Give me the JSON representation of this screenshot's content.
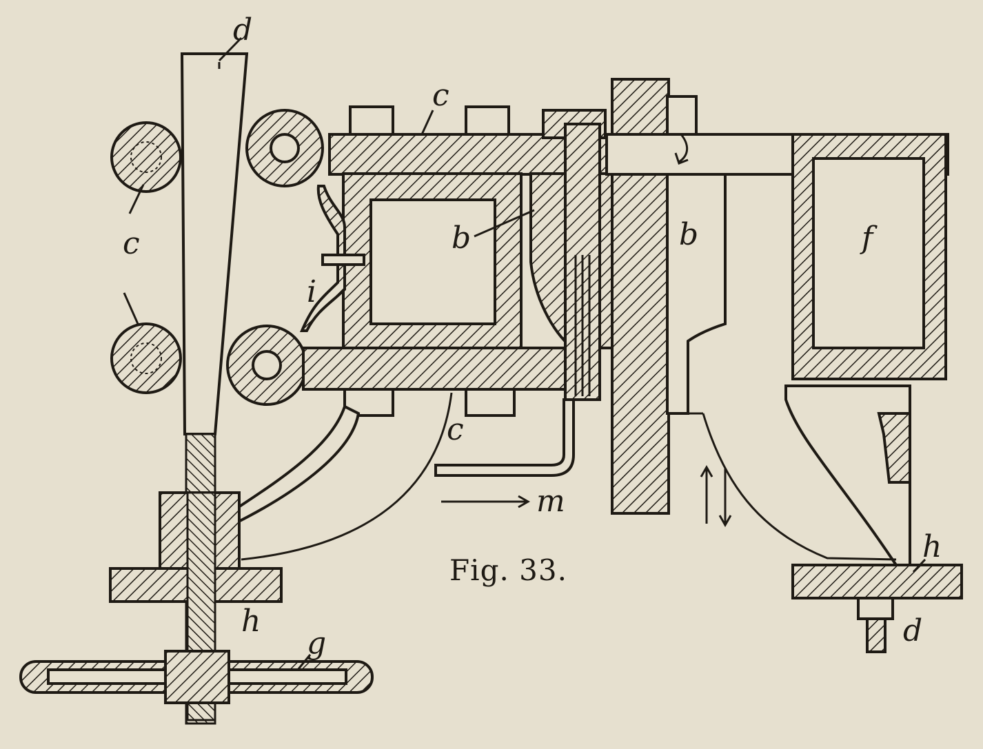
{
  "figure": {
    "caption": "Fig. 33."
  },
  "labels": {
    "d_top": "d",
    "c_top": "c",
    "c_left": "c",
    "b_center": "b",
    "b_right": "b",
    "f": "f",
    "i": "i",
    "c_bottom": "c",
    "m": "m",
    "h_left": "h",
    "g": "g",
    "h_right": "h",
    "d_bottom": "d"
  }
}
